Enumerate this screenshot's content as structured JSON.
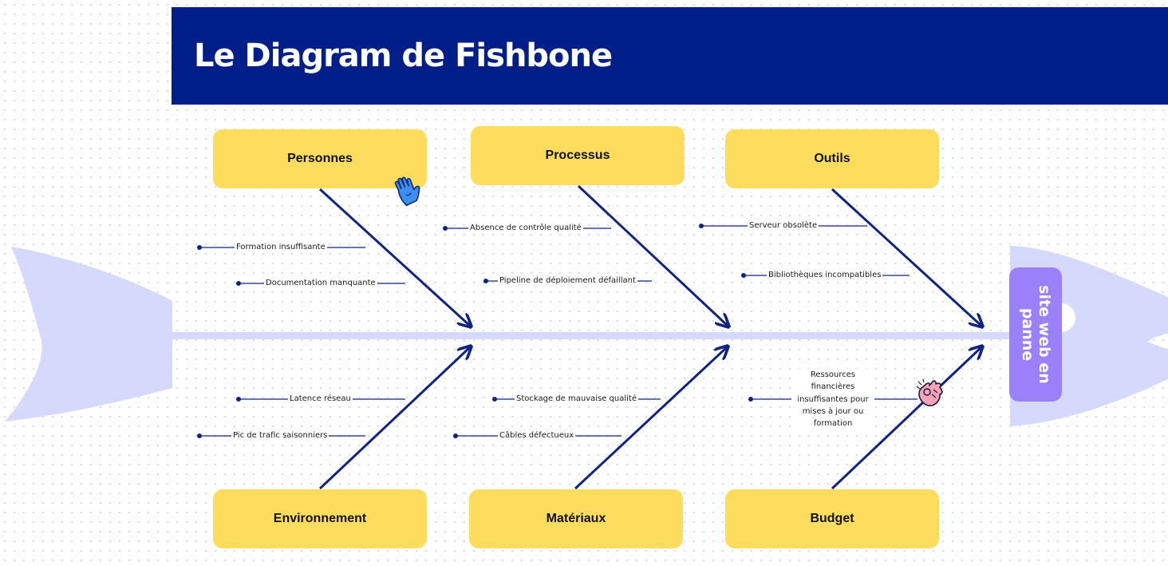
{
  "title": "Le Diagram de Fishbone",
  "effect": "site web en panne",
  "categories": {
    "personnes": "Personnes",
    "processus": "Processus",
    "outils": "Outils",
    "environnement": "Environnement",
    "materiaux": "Matériaux",
    "budget": "Budget"
  },
  "causes": {
    "personnes": [
      "Formation insuffisante",
      "Documentation manquante"
    ],
    "processus": [
      "Absence de contrôle qualité",
      "Pipeline de déploiement défaillant"
    ],
    "outils": [
      "Serveur obsolète",
      "Bibliothèques incompatibles"
    ],
    "environnement": [
      "Latence réseau",
      "Pic de trafic saisonniers"
    ],
    "materiaux": [
      "Stockage de mauvaise qualité",
      "Câbles défectueux"
    ],
    "budget": [
      "Ressources financières insuffisantes pour mises à jour ou formation"
    ]
  },
  "colors": {
    "banner": "#001e87",
    "category_box": "#fedc5e",
    "effect_box": "#9b80fb",
    "fish_body": "#d5d9fb",
    "bones": "#0f2480"
  }
}
